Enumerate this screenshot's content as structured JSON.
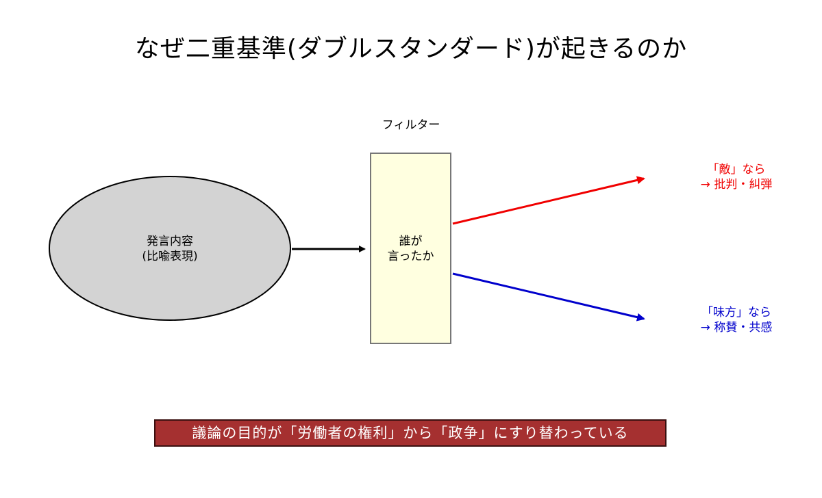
{
  "title": "なぜ二重基準(ダブルスタンダード)が起きるのか",
  "input": {
    "line1": "発言内容",
    "line2": "(比喩表現)"
  },
  "filter": {
    "title": "フィルター",
    "line1": "誰が",
    "line2": "言ったか"
  },
  "outcomes": {
    "enemy": {
      "line1": "「敵」なら",
      "line2": "→ 批判・糾弾",
      "color": "#f00000"
    },
    "ally": {
      "line1": "「味方」なら",
      "line2": "→ 称賛・共感",
      "color": "#0000cc"
    }
  },
  "conclusion": "議論の目的が「労働者の権利」から「政争」にすり替わっている",
  "colors": {
    "ellipse_fill": "#d3d3d3",
    "filter_fill": "#ffffe0",
    "conclusion_bg": "#a53030"
  }
}
